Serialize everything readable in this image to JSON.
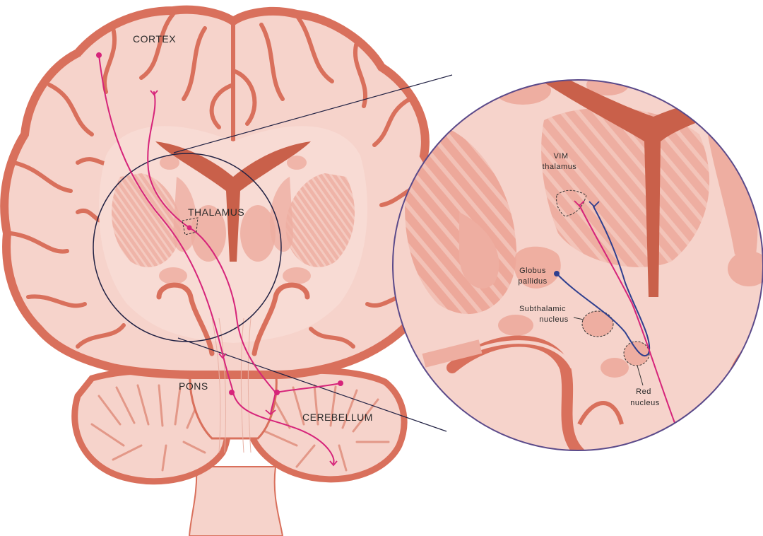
{
  "labels": {
    "cortex": "CORTEX",
    "thalamus": "THALAMUS",
    "pons": "PONS",
    "cerebellum": "CEREBELLUM",
    "vim_line1": "VIM",
    "vim_line2": "thalamus",
    "globus_line1": "Globus",
    "globus_line2": "pallidus",
    "subthalamic_line1": "Subthalamic",
    "subthalamic_line2": "nucleus",
    "red_line1": "Red",
    "red_line2": "nucleus"
  },
  "colors": {
    "tissue_light": "#f6d3cb",
    "tissue_mid": "#eeaea1",
    "tissue_outline": "#d9705c",
    "ventricle": "#c9604a",
    "neuron_magenta": "#d6247a",
    "neuron_blue": "#2f3f8f",
    "circle_outline": "#222244",
    "zoom_border": "#5b4a8a"
  }
}
